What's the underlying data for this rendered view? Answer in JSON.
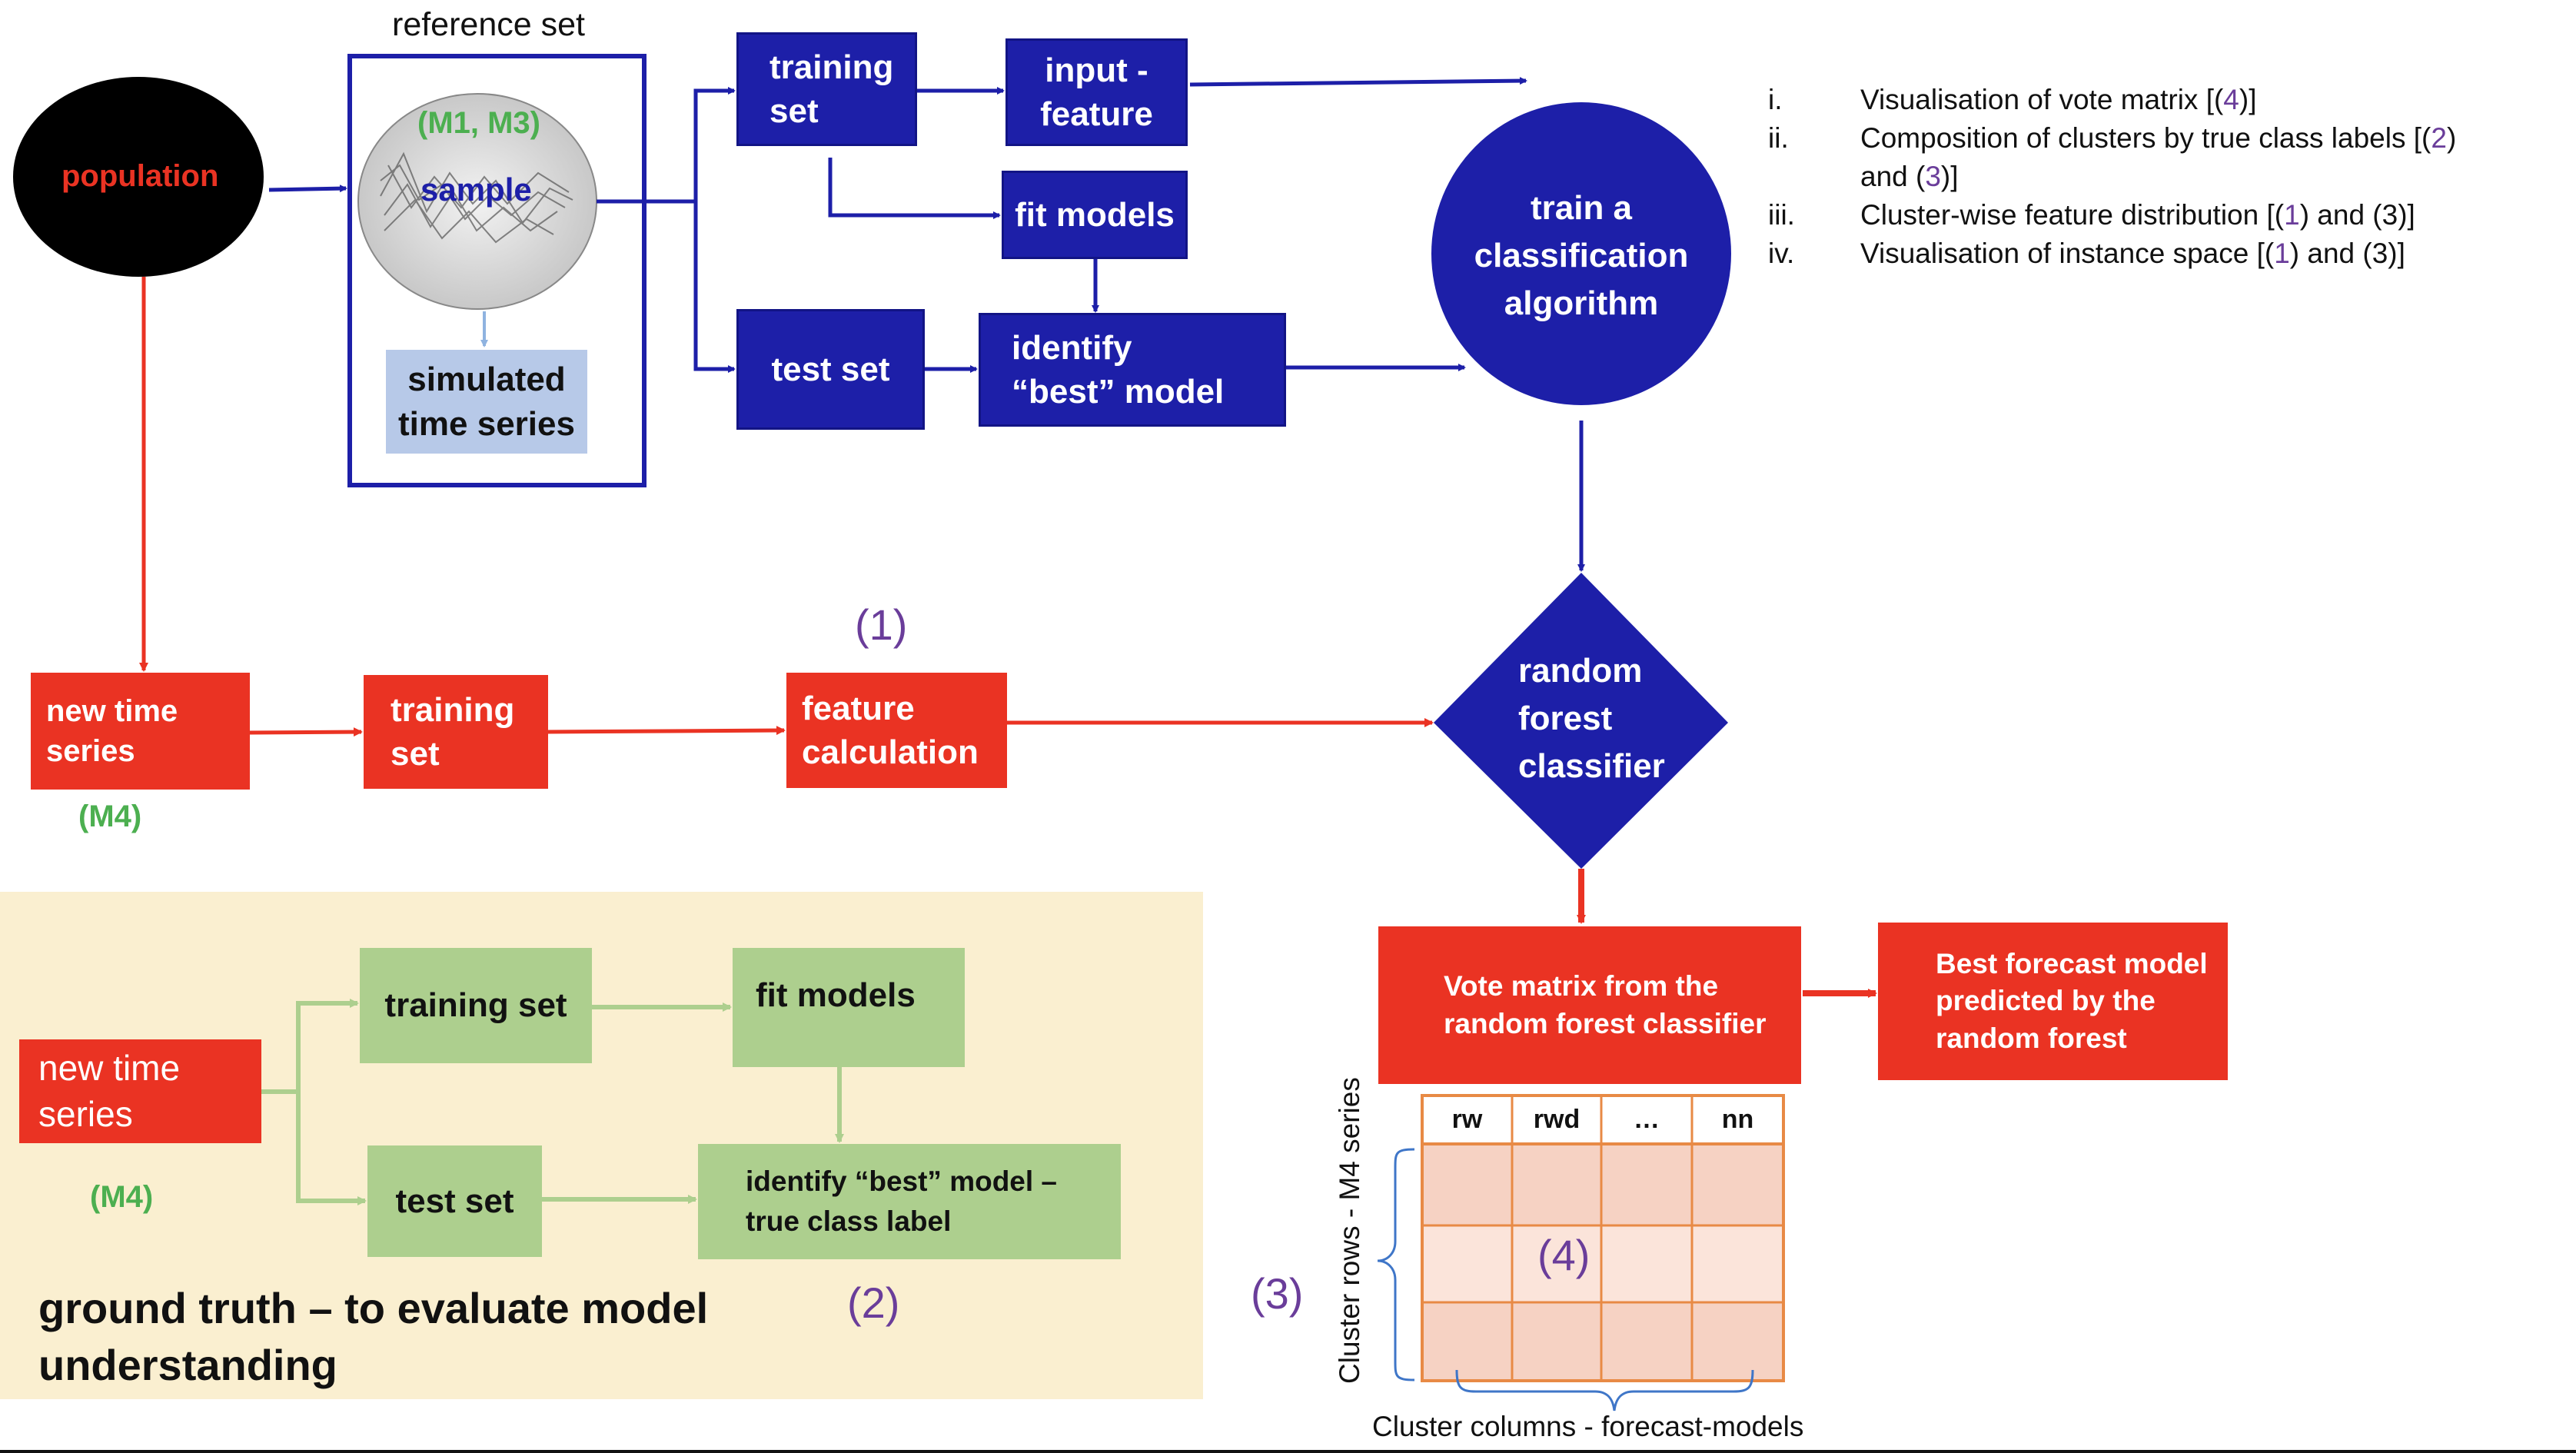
{
  "labels": {
    "reference_set": "reference set",
    "population": "population",
    "m1_m3": "(M1, M3)",
    "sample": "sample",
    "simulated": "simulated time series",
    "training_set_top": "training set",
    "input_feature": "input - feature",
    "fit_models_top": "fit models",
    "test_set_top": "test set",
    "identify_best_top": "identify “best” model",
    "train_classifier": "train a classification algorithm",
    "random_forest": "random forest classifier",
    "new_time_series_mid": "new time series",
    "m4_mid": "(M4)",
    "training_set_mid": "training set",
    "feature_calc": "feature calculation",
    "num1": "(1)",
    "vote_matrix": "Vote matrix from the random forest classifier",
    "best_forecast": "Best forecast model predicted by the random forest",
    "gt_new_time_series": "new time series",
    "gt_m4": "(M4)",
    "gt_training_set": "training set",
    "gt_fit_models": "fit models",
    "gt_test_set": "test set",
    "gt_identify": "identify “best” model – true class label",
    "num2": "(2)",
    "ground_truth": "ground truth – to evaluate model understanding",
    "num3": "(3)",
    "num4": "(4)",
    "cluster_rows": "Cluster rows -  M4 series",
    "cluster_columns": "Cluster columns -  forecast-models"
  },
  "matrix_headers": [
    "rw",
    "rwd",
    "…",
    "nn"
  ],
  "notes": [
    {
      "n": "i.",
      "a": "Visualisation of vote matrix [(",
      "b": "4",
      "c": ")]"
    },
    {
      "n": "ii.",
      "a": "Composition of clusters by true class labels [(",
      "b": "2",
      "c": ")"
    },
    {
      "n": "",
      "a": "and (",
      "b": "3",
      "c": ")]"
    },
    {
      "n": "iii.",
      "a": "Cluster-wise feature distribution [(",
      "b": "1",
      "c": ") and (3)]"
    },
    {
      "n": "iv.",
      "a": "Visualisation of instance space [(",
      "b": "1",
      "c": ") and (3)]"
    }
  ],
  "colors": {
    "navy": "#1d1fa8",
    "red": "#ea3323",
    "green": "#adcf8e",
    "cream": "#faefd0",
    "purple": "#6a3d9a",
    "label_green": "#4caf50"
  }
}
